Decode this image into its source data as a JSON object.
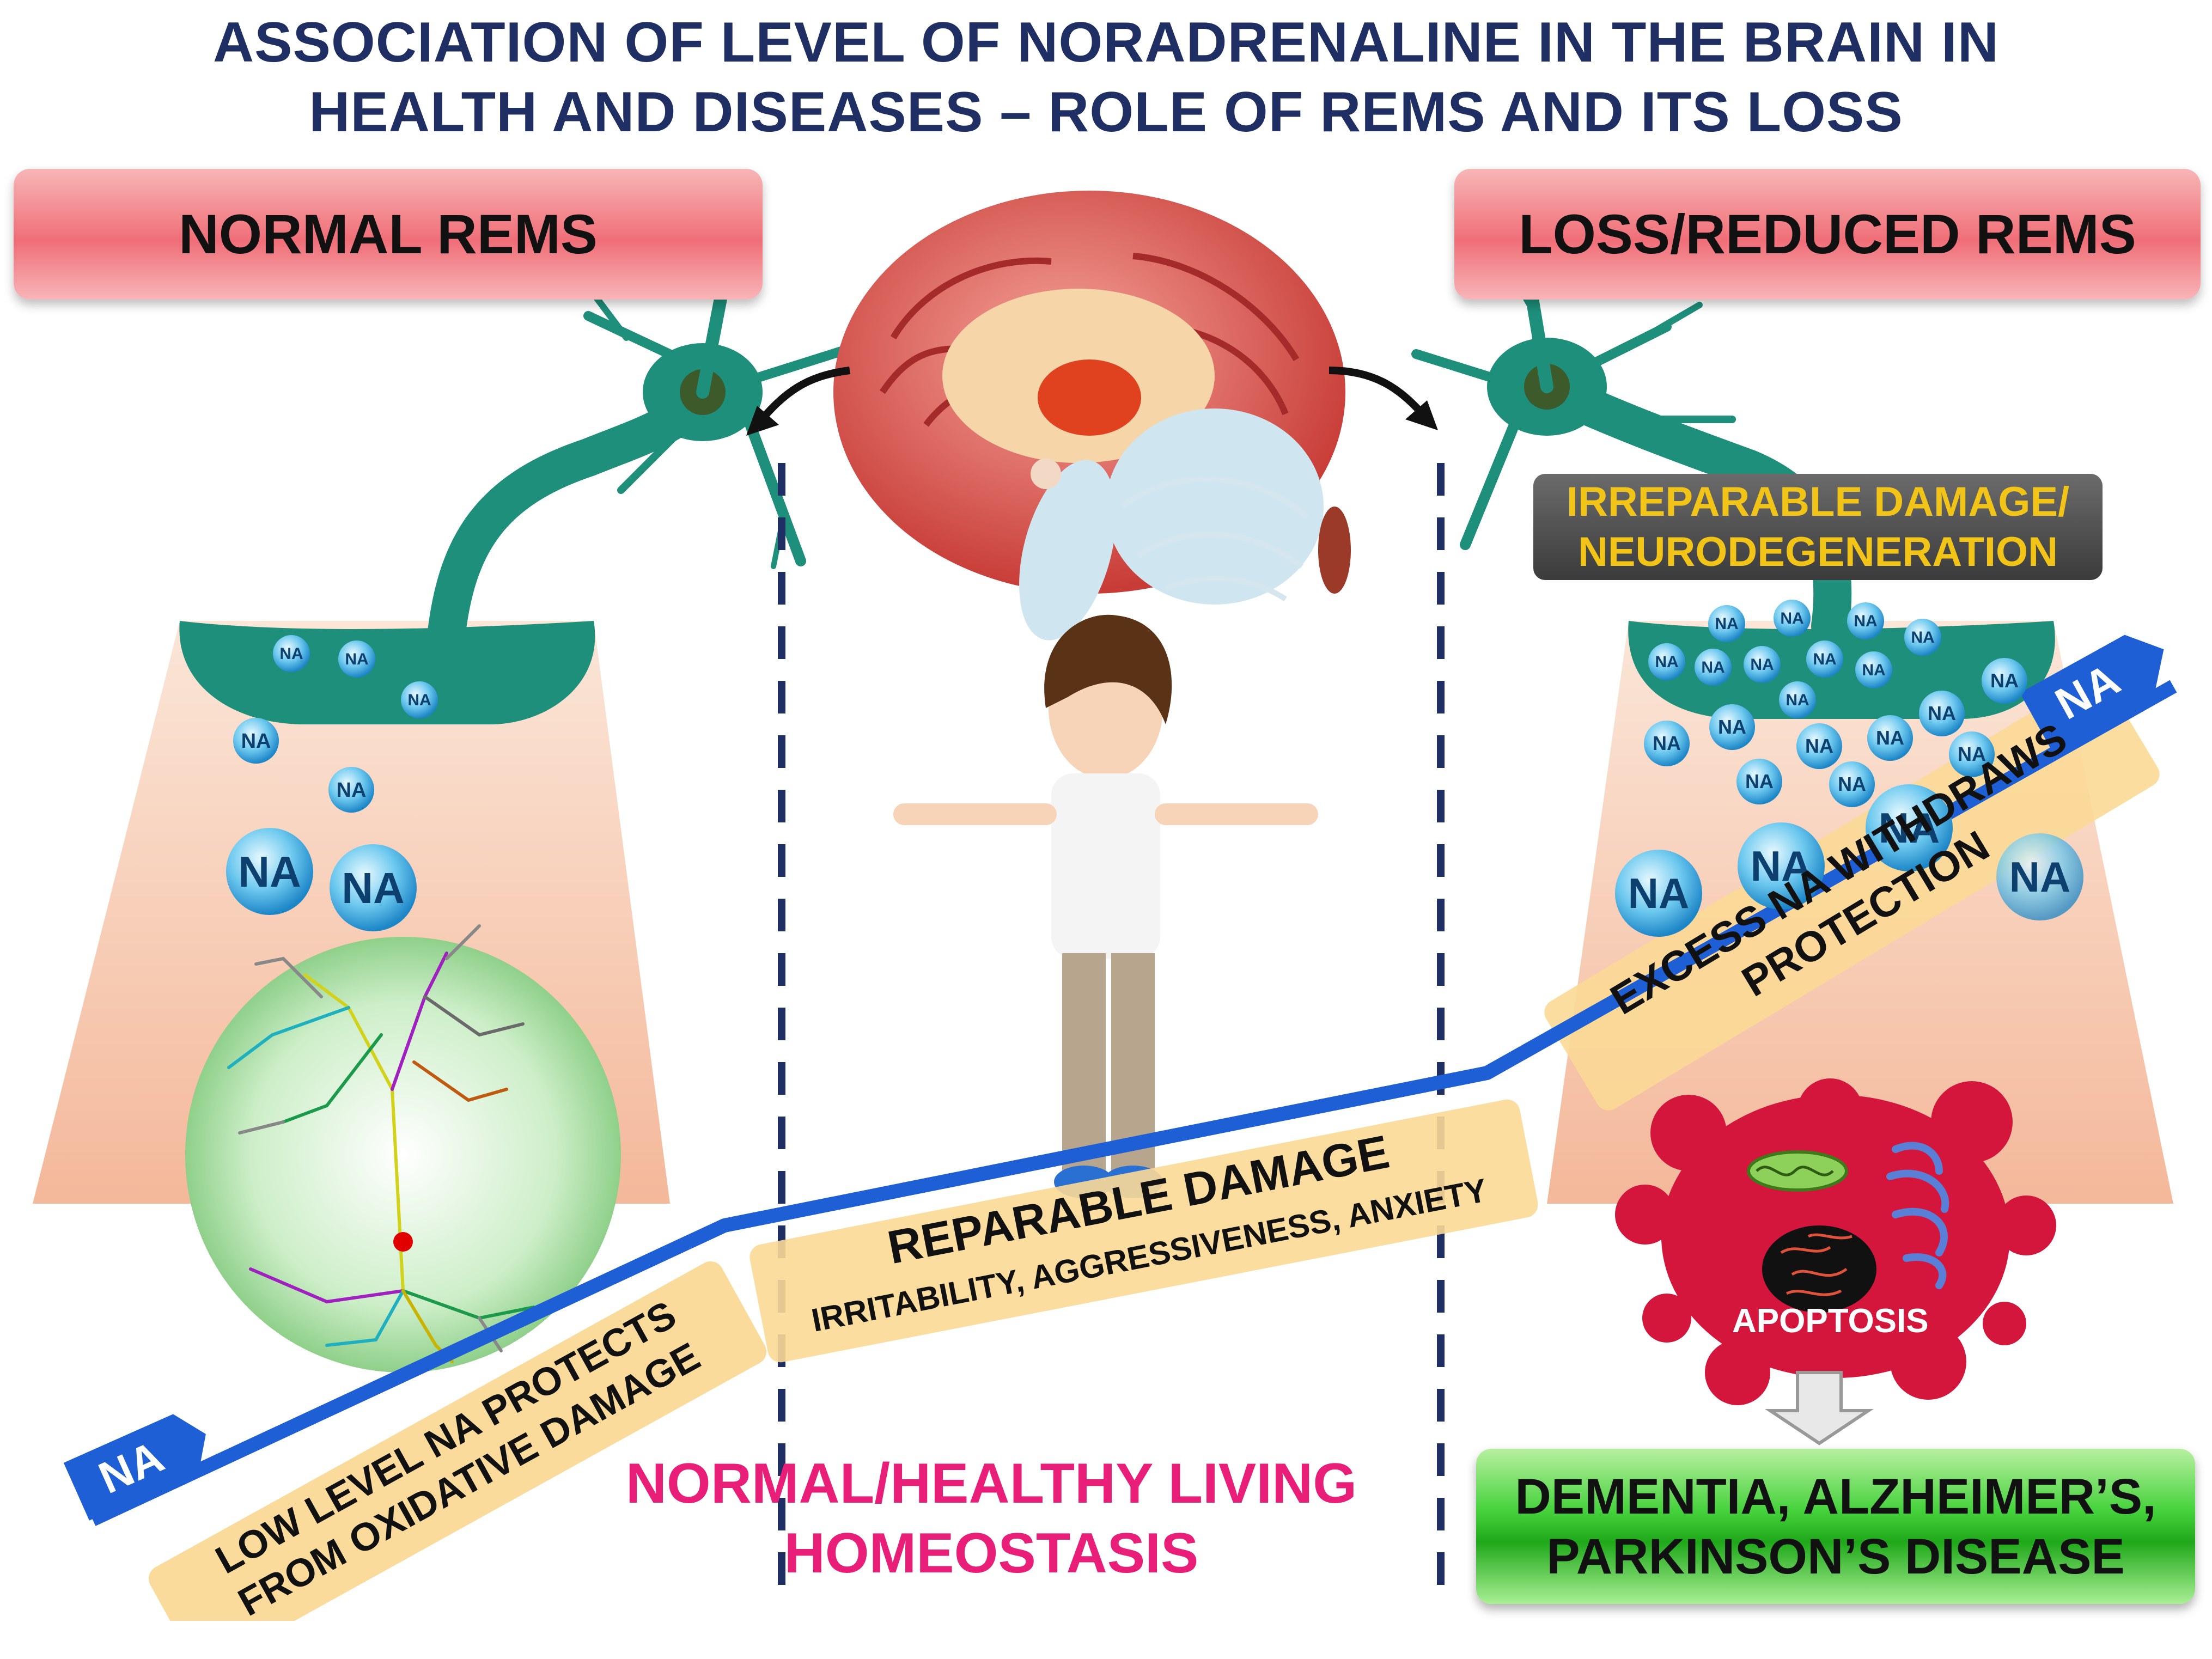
{
  "title": {
    "line1": "ASSOCIATION OF LEVEL OF NORADRENALINE IN THE BRAIN IN",
    "line2": "HEALTH AND DISEASES – ROLE OF REMS AND ITS LOSS"
  },
  "left_panel": {
    "label": "NORMAL REMS"
  },
  "right_panel": {
    "label": "LOSS/REDUCED REMS",
    "damage_line1": "IRREPARABLE DAMAGE/",
    "damage_line2": "NEURODEGENERATION"
  },
  "na_label": "NA",
  "gradient_arrow": {
    "start_tag": "NA",
    "end_tag": "NA"
  },
  "segments": {
    "low": {
      "line1": "LOW LEVEL NA PROTECTS",
      "line2": "FROM OXIDATIVE DAMAGE"
    },
    "mid": {
      "line1": "REPARABLE  DAMAGE",
      "line2": "IRRITABILITY, AGGRESSIVENESS, ANXIETY"
    },
    "high": {
      "line1": "EXCESS NA WITHDRAWS",
      "line2": "PROTECTION"
    }
  },
  "center": {
    "line1": "NORMAL/HEALTHY LIVING",
    "line2": "HOMEOSTASIS"
  },
  "apoptosis": "APOPTOSIS",
  "outcome": {
    "line1": "DEMENTIA, ALZHEIMER’S,",
    "line2": "PARKINSON’S  DISEASE"
  },
  "colors": {
    "title": "#1f2f63",
    "neuron": "#1e8f7a",
    "arrow_line": "#1e5fd6",
    "center_text": "#e91e78",
    "apoptosis_cell": "#d4163c",
    "outcome_box": "#2fbf2a"
  }
}
